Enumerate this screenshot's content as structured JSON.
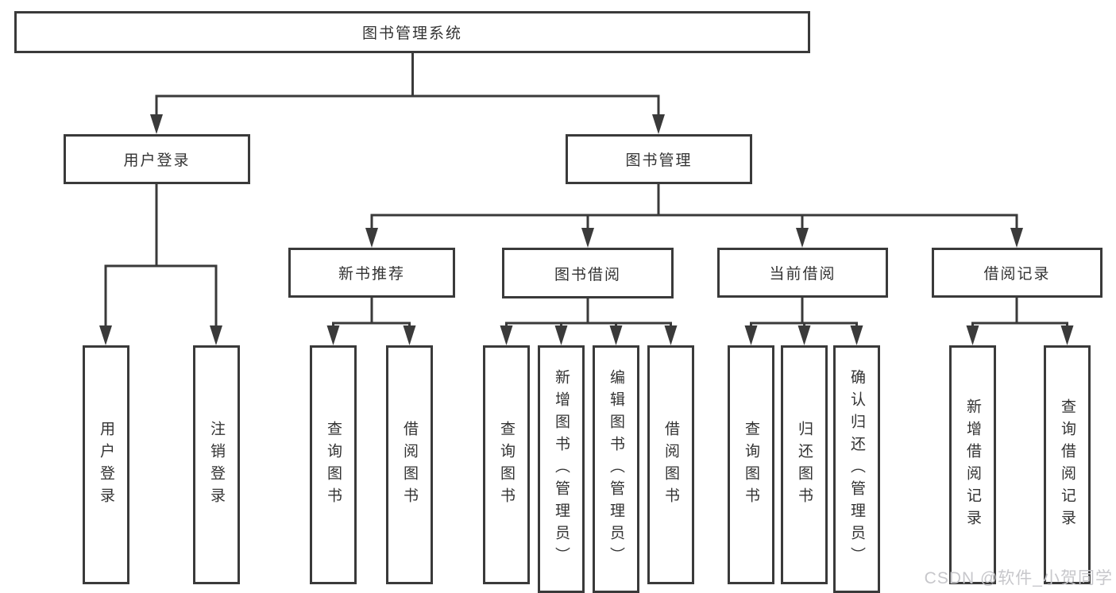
{
  "diagram": {
    "root": {
      "label": "图书管理系统"
    },
    "level2": {
      "user_login": {
        "label": "用户登录"
      },
      "book_mgmt": {
        "label": "图书管理"
      }
    },
    "level3": {
      "new_book_rec": {
        "label": "新书推荐"
      },
      "book_borrow": {
        "label": "图书借阅"
      },
      "current_borrow": {
        "label": "当前借阅"
      },
      "borrow_record": {
        "label": "借阅记录"
      }
    },
    "leaves": {
      "user_login": {
        "label": "用户登录"
      },
      "logout": {
        "label": "注销登录"
      },
      "rec_query_book": {
        "label": "查询图书"
      },
      "rec_borrow_book": {
        "label": "借阅图书"
      },
      "bb_query_book": {
        "label": "查询图书"
      },
      "bb_add_book": {
        "label": "新增图书（管理员）"
      },
      "bb_edit_book": {
        "label": "编辑图书（管理员）"
      },
      "bb_borrow_book": {
        "label": "借阅图书"
      },
      "cb_query_book": {
        "label": "查询图书"
      },
      "cb_return_book": {
        "label": "归还图书"
      },
      "cb_confirm_return": {
        "label": "确认归还（管理员）"
      },
      "br_add_record": {
        "label": "新增借阅记录"
      },
      "br_query_record": {
        "label": "查询借阅记录"
      }
    },
    "watermark": {
      "text": "CSDN @软件_小贺同学"
    },
    "colors": {
      "line": "#3a3a3a",
      "text": "#333333",
      "watermark": "#c7c7cb",
      "background": "#ffffff"
    }
  }
}
